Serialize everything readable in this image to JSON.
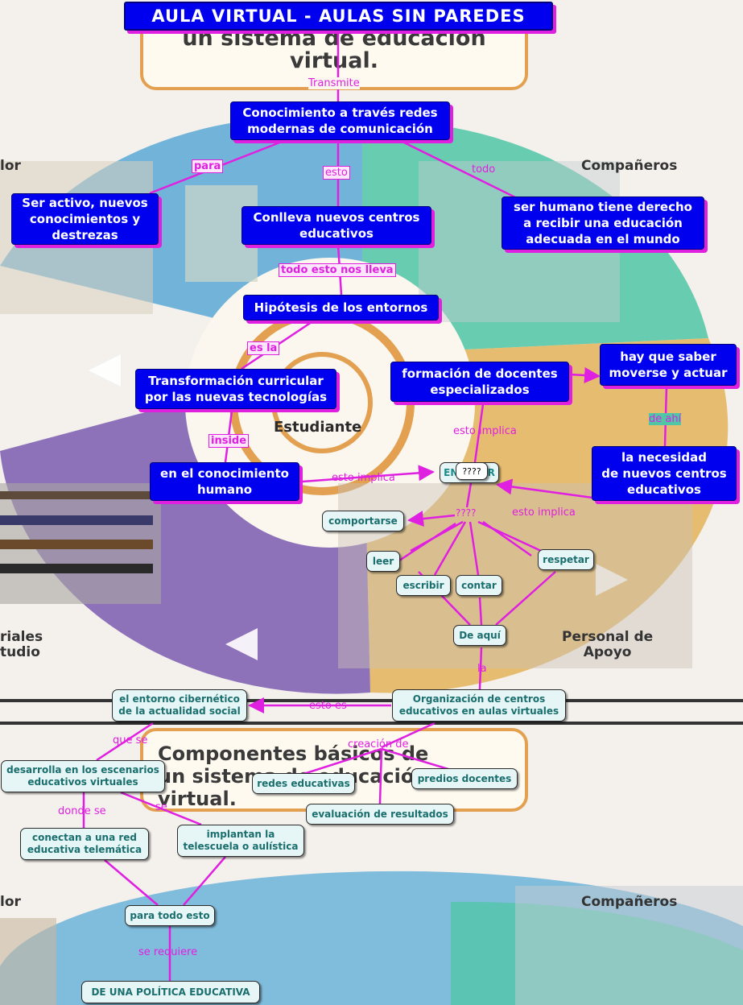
{
  "title": "AULA VIRTUAL  - AULAS SIN PAREDES",
  "background": {
    "banner_top": "un sistema de educación\nvirtual.",
    "banner_bottom": "Componentes básicos de\nun sistema de educación\nvirtual.",
    "ring_text": "Estudiante",
    "corner_labels": {
      "tl": "lor",
      "tr": "Compañeros",
      "bl": "riales\ntudio",
      "br": "Personal de\nApoyo",
      "tl2": "lor",
      "tr2": "Compañeros"
    }
  },
  "nodes": {
    "conocimiento": "Conocimiento a través redes\nmodernas de comunicación",
    "ser_activo": "Ser activo, nuevos\nconocimientos  y\ndestrezas",
    "conlleva": "Conlleva nuevos centros\neducativos",
    "ser_humano": "ser humano tiene derecho\na recibir una educación\nadecuada en el mundo",
    "hipotesis": "Hipótesis de los entornos",
    "transformacion": "Transformación curricular\npor las nuevas tecnologías",
    "formacion": "formación de docentes\nespecializados",
    "hay_que": "hay que saber\nmoverse y actuar",
    "la_necesidad": "la necesidad\nde nuevos centros\neducativos",
    "en_el_conocimiento": "en el conocimiento\nhumano",
    "ensenar": "ENSEÑAR",
    "ensenar_overlay": "????",
    "comportarse": "comportarse",
    "leer": "leer",
    "escribir": "escribir",
    "contar": "contar",
    "respetar": "respetar",
    "de_aqui": "De aquí",
    "organizacion": "Organización de centros\neducativos en aulas virtuales",
    "entorno": "el entorno cibernético\nde la actualidad social",
    "desarrolla": "desarrolla en los escenarios\neducativos virtuales",
    "redes": "redes educativas",
    "predios": "predios docentes",
    "evaluacion": "evaluación de resultados",
    "conectan": "conectan a una red\neducativa telemática",
    "implantan": "implantan la\ntelescuela o aulística",
    "para_todo": "para todo esto",
    "politica": "DE UNA POLÍTICA EDUCATIVA"
  },
  "links": {
    "transmite": "Transmite",
    "para": "para",
    "esto": "esto",
    "todo": "todo",
    "todo_esto_nos_lleva": "todo esto nos lleva",
    "es_la": "es la",
    "inside": "inside",
    "esto_implica_1": "esto implica",
    "esto_implica_2": "esto implica",
    "esto_implica_3": "esto implica",
    "de_ahi": "de ahí",
    "qq": "????",
    "la": "la",
    "esto_es": "esto es",
    "que_se": "que se",
    "creacion_de": "creación de",
    "donde_se": "donde se",
    "se": "se",
    "se_requiere": "se requiere"
  },
  "colors": {
    "node_blue": "#0000ee",
    "node_pale": "#e6f6f6",
    "link_magenta": "#e020e0",
    "pale_text": "#1a6e6e"
  }
}
